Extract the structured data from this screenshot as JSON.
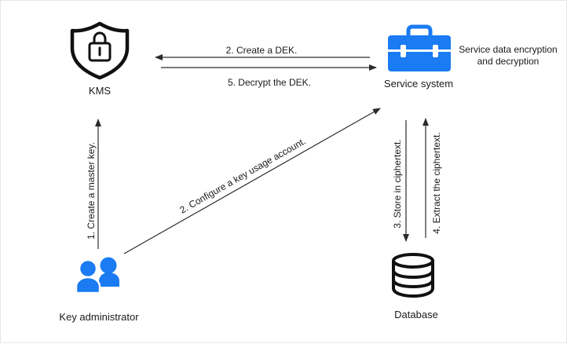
{
  "colors": {
    "icon_blue": "#1a7bf2",
    "icon_dark": "#111111",
    "arrow": "#2b2b2b",
    "text": "#1a1a1a"
  },
  "nodes": {
    "kms": {
      "label": "KMS",
      "icon": "shield-lock-icon"
    },
    "service": {
      "label": "Service system",
      "icon": "briefcase-icon",
      "note_line1": "Service data encryption",
      "note_line2": "and decryption"
    },
    "admin": {
      "label": "Key administrator",
      "icon": "users-icon"
    },
    "database": {
      "label": "Database",
      "icon": "database-icon"
    }
  },
  "edges": {
    "create_dek": "2. Create a DEK.",
    "decrypt_dek": "5. Decrypt the DEK.",
    "create_master_key": "1. Create a master key.",
    "configure_account": "2. Configure a key usage account.",
    "store_ciphertext": "3. Store in ciphertext.",
    "extract_ciphertext": "4. Extract the ciphertext."
  }
}
